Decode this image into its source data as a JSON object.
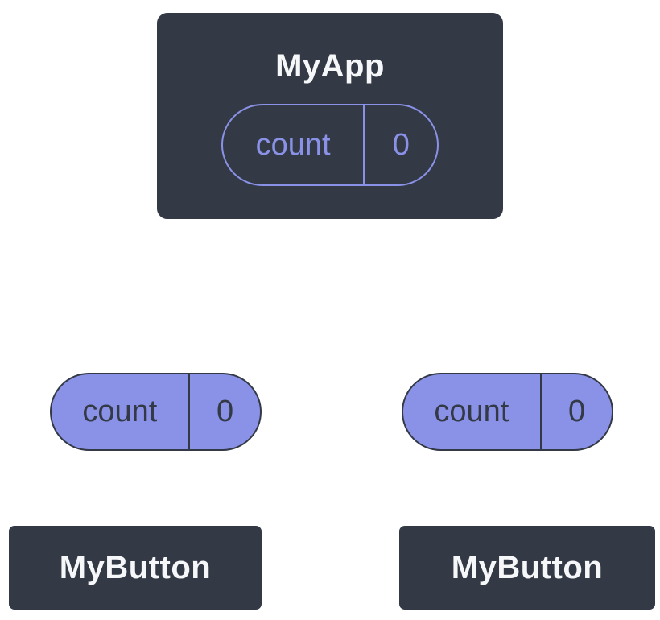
{
  "colors": {
    "background": "#ffffff",
    "node_fill": "#333945",
    "node_border": "#ffffff",
    "node_text": "#f6f7f9",
    "accent": "#8a92e8",
    "pill_text_dark": "#333945",
    "connector": "#ffffff"
  },
  "diagram": {
    "root": {
      "title": "MyApp",
      "state": {
        "label": "count",
        "value": "0"
      }
    },
    "left_pill": {
      "label": "count",
      "value": "0"
    },
    "right_pill": {
      "label": "count",
      "value": "0"
    },
    "left_child": {
      "title": "MyButton"
    },
    "right_child": {
      "title": "MyButton"
    }
  }
}
